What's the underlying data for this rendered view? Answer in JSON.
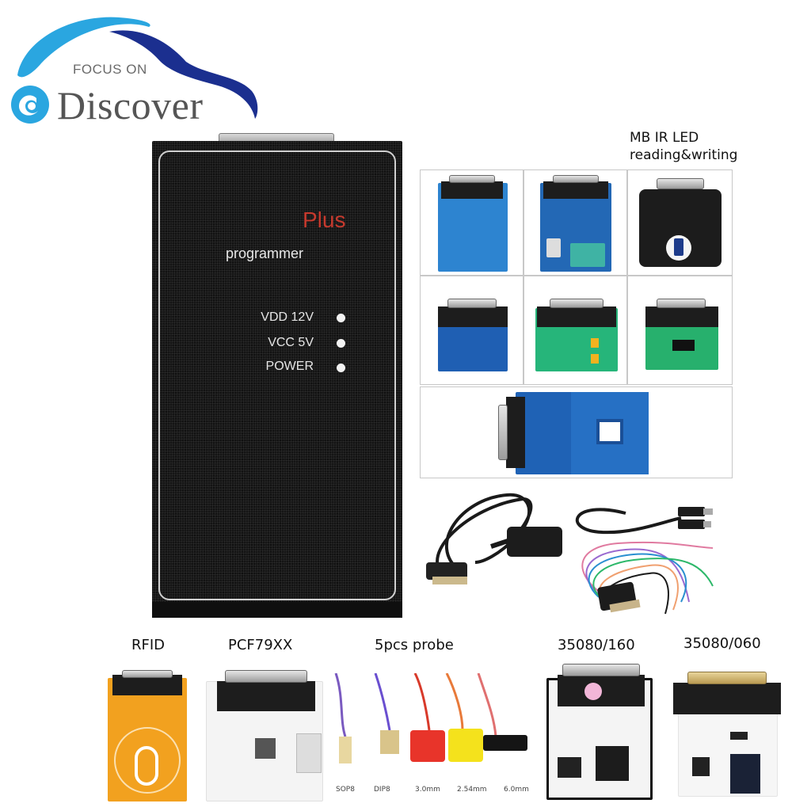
{
  "logo": {
    "tagline": "FOCUS ON",
    "brand": "Discover",
    "colors": {
      "light_swoosh": "#2aa6e0",
      "dark_swoosh": "#1b2f8f",
      "text": "#555555"
    }
  },
  "device": {
    "model_suffix": "Plus",
    "name": "programmer",
    "leds": [
      {
        "label": "VDD 12V"
      },
      {
        "label": "VCC 5V"
      },
      {
        "label": "POWER"
      }
    ],
    "colors": {
      "body": "#161616",
      "accent": "#c63a2e",
      "frame": "#d0d0d0"
    }
  },
  "adapters": {
    "mb_label_line1": "MB IR LED",
    "mb_label_line2": "reading&writing",
    "grid": [
      {
        "name": "blue-breakout-adapter"
      },
      {
        "name": "blue-zif-socket-adapter"
      },
      {
        "name": "mb-ir-led-adapter"
      },
      {
        "name": "blue-eeprom-adapter"
      },
      {
        "name": "green-adapter-1"
      },
      {
        "name": "green-adapter-2"
      },
      {
        "name": "blue-rfid-antenna-adapter"
      }
    ]
  },
  "cables": [
    {
      "name": "obd-cable"
    },
    {
      "name": "usb-cable"
    },
    {
      "name": "db25-wire-harness"
    }
  ],
  "bottom_items": [
    {
      "label": "RFID"
    },
    {
      "label": "PCF79XX"
    },
    {
      "label": "5pcs probe"
    },
    {
      "label": "35080/160"
    },
    {
      "label": "35080/060"
    }
  ],
  "probes": [
    {
      "label": "SOP8",
      "color": "#e8d7a0"
    },
    {
      "label": "DIP8",
      "color": "#d9c48a"
    },
    {
      "label": "3.0mm",
      "color": "#e8342a"
    },
    {
      "label": "2.54mm",
      "color": "#f4e21c"
    },
    {
      "label": "6.0mm",
      "color": "#151515"
    }
  ]
}
